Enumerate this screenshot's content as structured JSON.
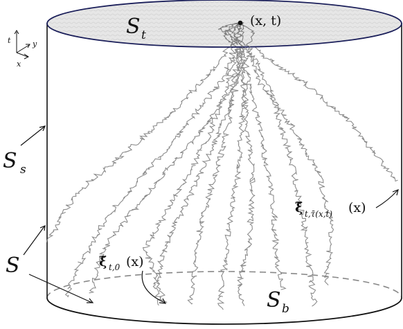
{
  "labels": {
    "top_surface": "S",
    "top_surface_sub": "t",
    "side_surface": "S",
    "side_surface_sub": "s",
    "boundary": "S",
    "bottom_surface": "S",
    "bottom_surface_sub": "b",
    "point": "(x, t)",
    "xi_origin": "ξ̃",
    "xi_origin_sub": "t,0",
    "xi_origin_arg": "(x)",
    "xi_exit": "ξ̃",
    "xi_exit_sub": "t,τ̄(x,t)",
    "xi_exit_arg": "(x)"
  },
  "axes": {
    "t": "t",
    "x": "x",
    "y": "y"
  },
  "colors": {
    "top_fill": "#e6e6e6",
    "top_edge": "#1b1f5a",
    "outline": "#111111",
    "paths": "#8c8c8c"
  },
  "path_count": 10
}
